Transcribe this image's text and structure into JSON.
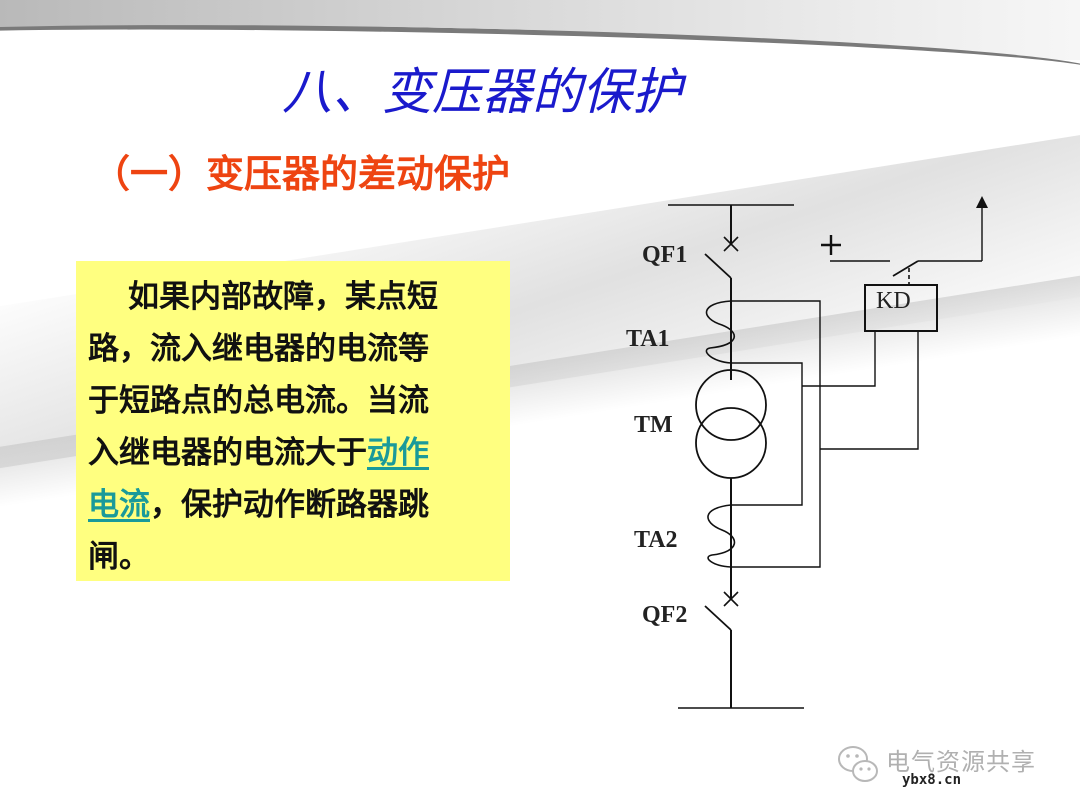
{
  "slide": {
    "title": "八、变压器的保护",
    "subtitle": "（一）变压器的差动保护",
    "colors": {
      "title": "#1a1acc",
      "subtitle": "#ee4411",
      "textbox_bg": "#ffff80",
      "link": "#1a9a9a"
    }
  },
  "textbox": {
    "lines": [
      {
        "text": "如果内部故障，某点短"
      },
      {
        "text": "路，流入继电器的电流等"
      },
      {
        "text": "于短路点的总电流。当流"
      },
      {
        "text_before": "入继电器的电流大于",
        "link": "动作"
      },
      {
        "link": "电流",
        "text_after": "，保护动作断路器跳"
      },
      {
        "text": "闸。"
      }
    ]
  },
  "diagram": {
    "labels": {
      "qf1": "QF1",
      "ta1": "TA1",
      "tm": "TM",
      "ta2": "TA2",
      "qf2": "QF2",
      "kd": "KD",
      "plus": "+"
    }
  },
  "watermark": {
    "icon": "wechat-icon",
    "text": "电气资源共享",
    "url": "ybx8.cn"
  }
}
